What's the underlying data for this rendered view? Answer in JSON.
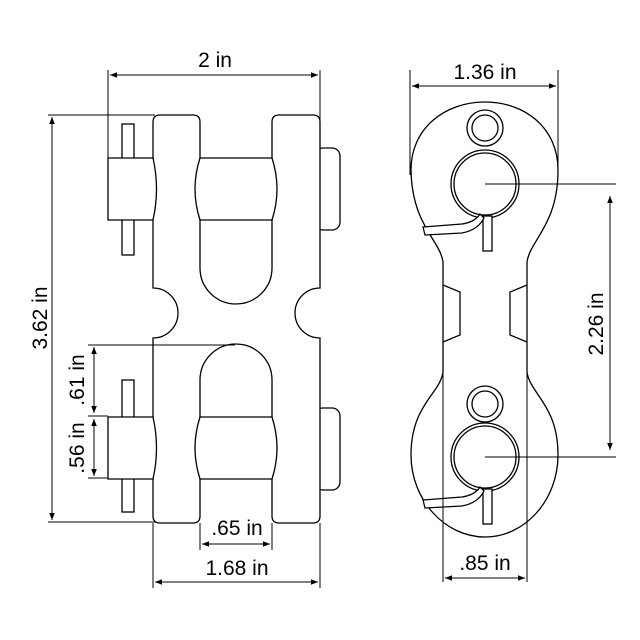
{
  "dimensions": {
    "overall_width": "2 in",
    "overall_length": "3.62 in",
    "dim_061": ".61 in",
    "dim_056": ".56 in",
    "jaw_opening": ".65 in",
    "body_width": "1.68 in",
    "side_width": "1.36 in",
    "pin_centers": "2.26 in",
    "neck_width": ".85 in"
  },
  "colors": {
    "line": "#000000",
    "background": "#ffffff"
  }
}
